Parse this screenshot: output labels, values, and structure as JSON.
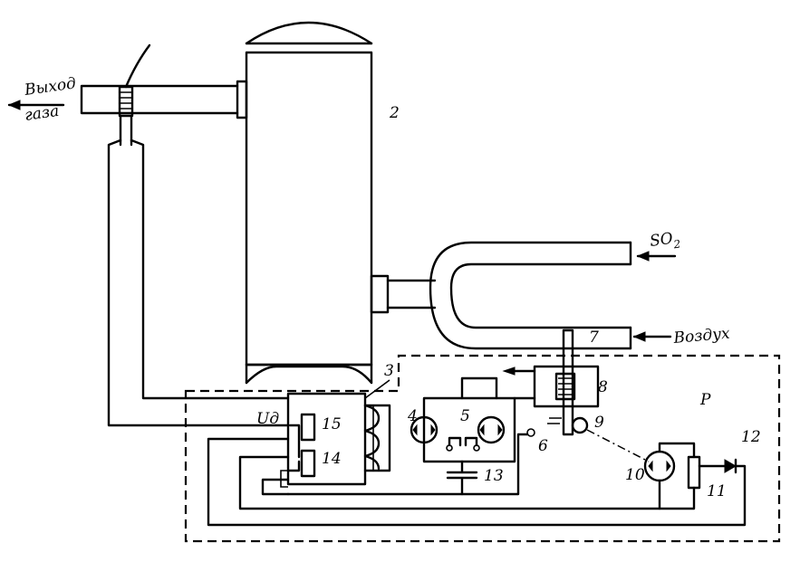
{
  "labels": {
    "gas_outlet_line1": "Выход",
    "gas_outlet_line2": "газа",
    "so2_inlet": "SO",
    "so2_subscript": "2",
    "air_inlet": "Воздух",
    "ua": "Uд",
    "region_p": "Р",
    "n2": "2",
    "n3": "3",
    "n4": "4",
    "n5": "5",
    "n6": "6",
    "n7": "7",
    "n8": "8",
    "n9": "9",
    "n10": "10",
    "n11": "11",
    "n12": "12",
    "n13": "13",
    "n14": "14",
    "n15": "15"
  }
}
